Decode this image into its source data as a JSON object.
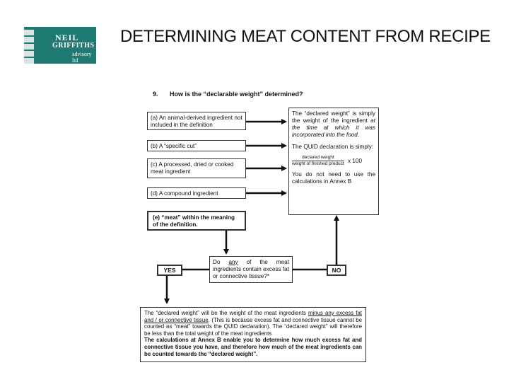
{
  "title": "DETERMINING MEAT CONTENT FROM RECIPE",
  "logo": {
    "line1": "NEIL",
    "line2": "GRIFFITHS",
    "line3": "advisory ltd"
  },
  "question": {
    "number": "9.",
    "text": "How is the “declarable weight” determined?"
  },
  "options": {
    "a": "(a) An animal-derived ingredient not included in the definition",
    "b": "(b) A “specific cut”",
    "c": "(c) A processed, dried or cooked meat ingredient",
    "d": "(d) A compound ingredient",
    "e": "(e) “meat” within the meaning of the definition."
  },
  "result_box": {
    "p1_a": "The “declared weight” is simply the weight of the ingredient ",
    "p1_b": "at the time at which it was incorporated into the food",
    "p1_c": ".",
    "p2": "The QUID declaration is simply:",
    "frac_num": "declared weight",
    "frac_den": "weight of finished product",
    "frac_mult": "x 100",
    "p3": "You do not need to use the calculations in Annex B"
  },
  "decision": {
    "q_a": "Do ",
    "q_any": "any",
    "q_b": " of the meat ingredients contain excess fat or connective tissue?*",
    "yes": "YES",
    "no": "NO"
  },
  "bottom_box": {
    "t1": "The “declared weight” will be the weight of the meat ingredients ",
    "t1u": "minus any excess fat and / or connective tissue",
    "t2": ".  (This is because excess fat and connective tissue cannot be counted as “meat” towards the QUID declaration).  The “declared weight” will therefore be less than the total weight of the meat ingredients",
    "t3": "The calculations at Annex B enable you to determine how much excess fat and connective tissue you have, and therefore how much of the meat ingredients can be counted towards the “declared weight”."
  }
}
